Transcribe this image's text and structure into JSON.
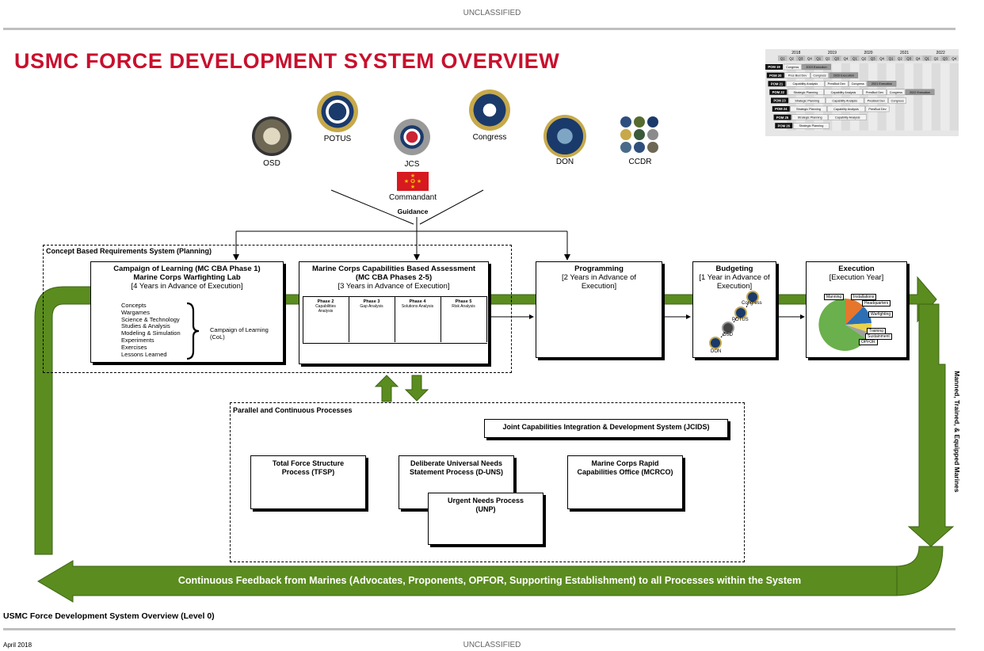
{
  "classification": "UNCLASSIFIED",
  "title": "USMC FORCE DEVELOPMENT SYSTEM OVERVIEW",
  "seals": {
    "osd": "OSD",
    "potus": "POTUS",
    "jcs": "JCS",
    "congress": "Congress",
    "don": "DON",
    "ccdr": "CCDR",
    "commandant": "Commandant"
  },
  "guidance": "Guidance",
  "cbrs_label": "Concept Based  Requirements System (Planning)",
  "col_box": {
    "title1": "Campaign of Learning (MC CBA Phase 1)",
    "title2": "Marine Corps Warfighting Lab",
    "sub": "[4 Years in Advance of Execution]",
    "items": [
      "Concepts",
      "Wargames",
      "Science & Technology",
      "Studies & Analysis",
      "Modeling & Simulation",
      "Experiments",
      "Exercises",
      "Lessons Learned"
    ],
    "brace_label1": "Campaign of Learning",
    "brace_label2": "(CoL)"
  },
  "cba_box": {
    "title1": "Marine Corps Capabilities Based Assessment",
    "title2": "(MC CBA Phases 2-5)",
    "sub": "[3 Years in Advance of Execution]",
    "phases": [
      {
        "name": "Phase 2",
        "desc1": "Capabilities",
        "desc2": "Analysis"
      },
      {
        "name": "Phase 3",
        "desc1": "Gap Analysis",
        "desc2": ""
      },
      {
        "name": "Phase 4",
        "desc1": "Solutions Analysis",
        "desc2": ""
      },
      {
        "name": "Phase 5",
        "desc1": "Risk Analysis",
        "desc2": ""
      }
    ]
  },
  "programming": {
    "title": "Programming",
    "sub1": "[2 Years in Advance of",
    "sub2": "Execution]"
  },
  "budgeting": {
    "title": "Budgeting",
    "sub1": "[1 Year in Advance of",
    "sub2": "Execution]",
    "steps": [
      "Congress",
      "POTUS",
      "OSD",
      "DON"
    ]
  },
  "execution": {
    "title": "Execution",
    "sub": "[Execution Year]",
    "pie_labels": [
      "Manning",
      "Installations",
      "Headquarters",
      "Warfighting",
      "Training",
      "Sustainment",
      "OPFOR"
    ]
  },
  "parallel": {
    "label": "Parallel and Continuous Processes",
    "jcids": "Joint Capabilities Integration & Development System (JCIDS)",
    "tfsp1": "Total Force Structure",
    "tfsp2": "Process (TFSP)",
    "duns1": "Deliberate Universal Needs",
    "duns2": "Statement Process (D-UNS)",
    "unp1": "Urgent Needs Process",
    "unp2": "(UNP)",
    "mcrco1": "Marine Corps Rapid",
    "mcrco2": "Capabilities Office (MCRCO)"
  },
  "feedback": "Continuous Feedback from Marines (Advocates, Proponents, OPFOR, Supporting Establishment) to all Processes within the System",
  "side_label": "Manned, Trained, & Equipped Marines",
  "level_caption": "USMC Force Development System Overview (Level 0)",
  "date": "April 2018",
  "gantt": {
    "years": [
      "2018",
      "2019",
      "2020",
      "2021",
      "2022"
    ],
    "quarter_row": [
      "Q1",
      "Q2",
      "Q3",
      "Q4",
      "Q1",
      "Q2",
      "Q3",
      "Q4",
      "Q1",
      "Q2",
      "Q3",
      "Q4",
      "Q1",
      "Q2",
      "Q3",
      "Q4",
      "Q1",
      "Q2",
      "Q3",
      "Q4"
    ],
    "rows": [
      {
        "pom": "POM 19",
        "segments": [
          "Congress",
          "2019 Execution"
        ]
      },
      {
        "pom": "POM 20",
        "segments": [
          "Pres Bud Dev",
          "Congress",
          "2020 Execution"
        ]
      },
      {
        "pom": "POM 21",
        "segments": [
          "Capability Analysis",
          "PresBud Dev",
          "Congress",
          "2021 Execution"
        ]
      },
      {
        "pom": "POM 22",
        "segments": [
          "Strategic Planning",
          "Capability Analysis",
          "PresBud Dev",
          "Congress",
          "2022 Execution"
        ]
      },
      {
        "pom": "POM 23",
        "segments": [
          "Strategic Planning",
          "Capability Analysis",
          "PresBud Dev",
          "Congress"
        ]
      },
      {
        "pom": "POM 24",
        "segments": [
          "Strategic Planning",
          "Capability Analysis",
          "PresBud Dev"
        ]
      },
      {
        "pom": "POM 25",
        "segments": [
          "Strategic Planning",
          "Capability Analysis"
        ]
      },
      {
        "pom": "POM 26",
        "segments": [
          "Strategic Planning"
        ]
      }
    ]
  },
  "colors": {
    "title_red": "#c8102e",
    "arrow_green": "#5b8c1f",
    "arrow_dark": "#3e6415"
  }
}
